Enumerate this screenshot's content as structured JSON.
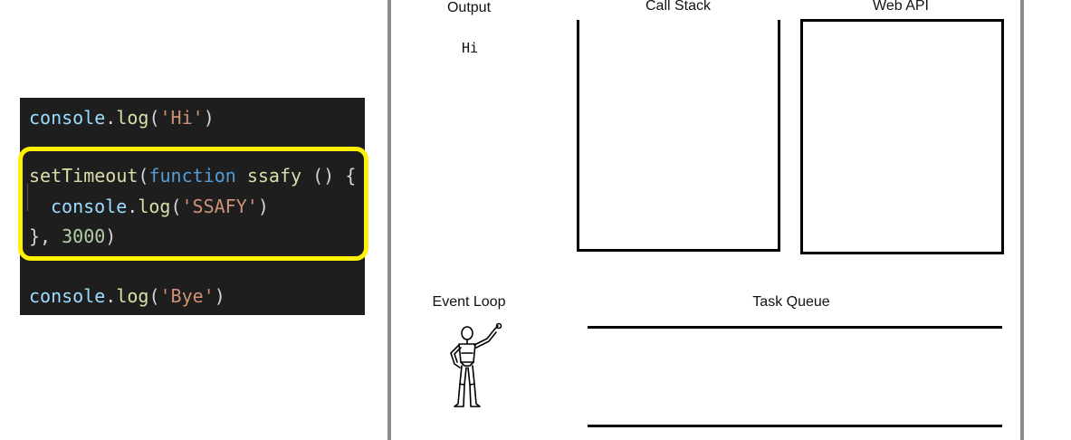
{
  "code": {
    "line1": {
      "obj": "console",
      "dot": ".",
      "fn": "log",
      "open": "(",
      "str": "'Hi'",
      "close": ")"
    },
    "line2": {
      "fn": "setTimeout",
      "open": "(",
      "kw": "function",
      "name": " ssafy",
      "rest": " () {"
    },
    "line3": {
      "obj": "console",
      "dot": ".",
      "fn": "log",
      "open": "(",
      "str": "'SSAFY'",
      "close": ")"
    },
    "line4": {
      "punc": "}, ",
      "num": "3000",
      "close": ")"
    },
    "line5": {
      "obj": "console",
      "dot": ".",
      "fn": "log",
      "open": "(",
      "str": "'Bye'",
      "close": ")"
    }
  },
  "diagram": {
    "output_label": "Output",
    "output_value": "Hi",
    "call_stack_label": "Call Stack",
    "web_api_label": "Web API",
    "event_loop_label": "Event Loop",
    "task_queue_label": "Task Queue"
  },
  "colors": {
    "highlight": "#fff200",
    "code_background": "#1e1e1e"
  }
}
